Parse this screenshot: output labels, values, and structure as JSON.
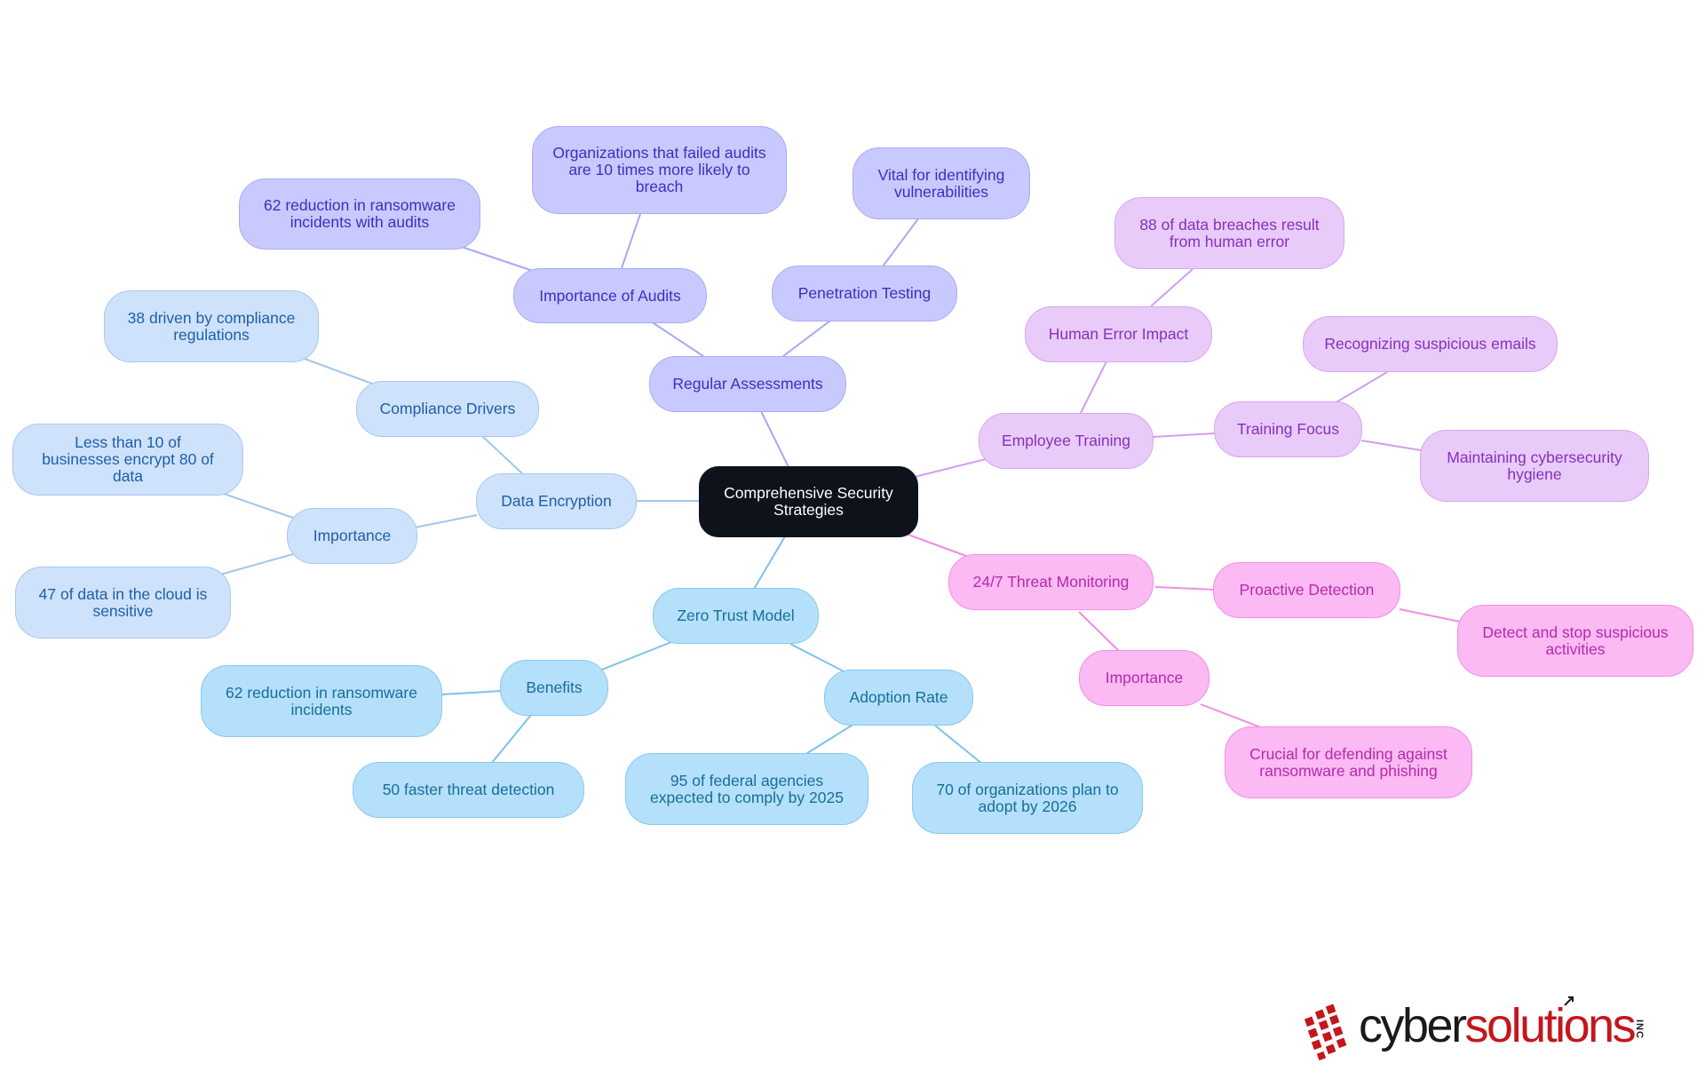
{
  "root": {
    "label": "Comprehensive Security Strategies"
  },
  "branches": {
    "regular_assessments": {
      "label": "Regular Assessments",
      "importance_of_audits": {
        "label": "Importance of Audits",
        "failed_audits": "Organizations that failed audits are 10 times more likely to breach",
        "ransomware_reduction": "62 reduction in ransomware incidents with audits"
      },
      "penetration_testing": {
        "label": "Penetration Testing",
        "vital": "Vital for identifying vulnerabilities"
      }
    },
    "data_encryption": {
      "label": "Data Encryption",
      "compliance_drivers": {
        "label": "Compliance Drivers",
        "driven": "38 driven by compliance regulations"
      },
      "importance": {
        "label": "Importance",
        "less_than": "Less than 10 of businesses encrypt 80 of data",
        "cloud": "47 of data in the cloud is sensitive"
      }
    },
    "zero_trust": {
      "label": "Zero Trust Model",
      "benefits": {
        "label": "Benefits",
        "ransomware": "62 reduction in ransomware incidents",
        "faster": "50 faster threat detection"
      },
      "adoption_rate": {
        "label": "Adoption Rate",
        "federal": "95 of federal agencies expected to comply by 2025",
        "organizations": "70 of organizations plan to adopt by 2026"
      }
    },
    "employee_training": {
      "label": "Employee Training",
      "human_error": {
        "label": "Human Error Impact",
        "breaches": "88 of data breaches result from human error"
      },
      "training_focus": {
        "label": "Training Focus",
        "emails": "Recognizing suspicious emails",
        "hygiene": "Maintaining cybersecurity hygiene"
      }
    },
    "threat_monitoring": {
      "label": "24/7 Threat Monitoring",
      "proactive": {
        "label": "Proactive Detection",
        "detect": "Detect and stop suspicious activities"
      },
      "importance": {
        "label": "Importance",
        "crucial": "Crucial for defending against ransomware and phishing"
      }
    }
  },
  "logo": {
    "part1": "cyber",
    "part2": "solutions",
    "suffix": "INC"
  },
  "colors": {
    "violet_branch": "#a7a9ee",
    "sky_branch": "#9fc7ec",
    "cyan_branch": "#7cc1ea",
    "lavender_branch": "#d59df0",
    "pink_branch": "#f08de3",
    "logo_red": "#c4161c"
  }
}
